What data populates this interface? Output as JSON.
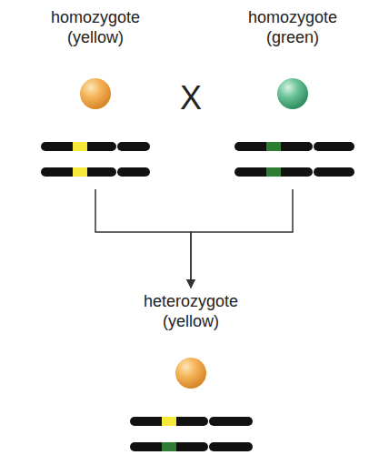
{
  "diagram": {
    "nodes": [
      {
        "text": [
          "homozygote (yellow)"
        ]
      },
      {
        "text": [
          "homozygote (green)"
        ]
      },
      {
        "text": [
          "heterozygote (yellow)"
        ]
      }
    ],
    "edges": [
      {
        "from": 0,
        "to": 2,
        "arrow": "to"
      },
      {
        "from": 1,
        "to": 2,
        "arrow": "to"
      }
    ],
    "labels": [
      "X"
    ]
  }
}
